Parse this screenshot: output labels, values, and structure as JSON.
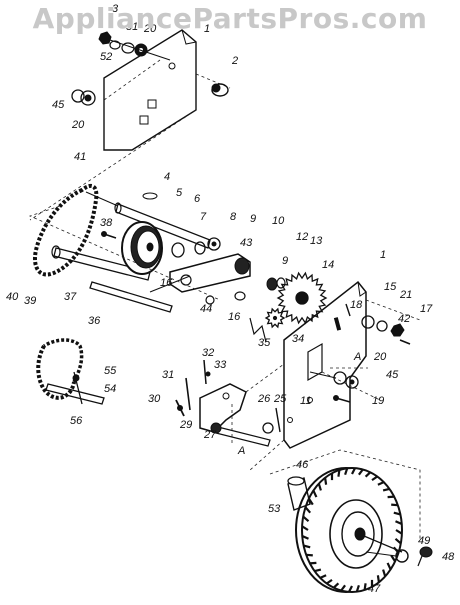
{
  "watermark": "AppliancePartsPros.com",
  "callouts": [
    {
      "id": "c3",
      "text": "3"
    },
    {
      "id": "c51",
      "text": "51"
    },
    {
      "id": "c20a",
      "text": "20"
    },
    {
      "id": "c1a",
      "text": "1"
    },
    {
      "id": "c52",
      "text": "52"
    },
    {
      "id": "c2",
      "text": "2"
    },
    {
      "id": "c45a",
      "text": "45"
    },
    {
      "id": "c20b",
      "text": "20"
    },
    {
      "id": "c41",
      "text": "41"
    },
    {
      "id": "c4",
      "text": "4"
    },
    {
      "id": "c5",
      "text": "5"
    },
    {
      "id": "c6",
      "text": "6"
    },
    {
      "id": "c38",
      "text": "38"
    },
    {
      "id": "c7",
      "text": "7"
    },
    {
      "id": "c8",
      "text": "8"
    },
    {
      "id": "c9a",
      "text": "9"
    },
    {
      "id": "c10",
      "text": "10"
    },
    {
      "id": "c12",
      "text": "12"
    },
    {
      "id": "c13",
      "text": "13"
    },
    {
      "id": "c43",
      "text": "43"
    },
    {
      "id": "c9b",
      "text": "9"
    },
    {
      "id": "c14",
      "text": "14"
    },
    {
      "id": "c1b",
      "text": "1"
    },
    {
      "id": "c16a",
      "text": "16"
    },
    {
      "id": "c40",
      "text": "40"
    },
    {
      "id": "c39",
      "text": "39"
    },
    {
      "id": "c37",
      "text": "37"
    },
    {
      "id": "c36",
      "text": "36"
    },
    {
      "id": "c44",
      "text": "44"
    },
    {
      "id": "c16b",
      "text": "16"
    },
    {
      "id": "c18",
      "text": "18"
    },
    {
      "id": "c15",
      "text": "15"
    },
    {
      "id": "c21",
      "text": "21"
    },
    {
      "id": "c17",
      "text": "17"
    },
    {
      "id": "c42",
      "text": "42"
    },
    {
      "id": "c35",
      "text": "35"
    },
    {
      "id": "c34",
      "text": "34"
    },
    {
      "id": "c32",
      "text": "32"
    },
    {
      "id": "c33",
      "text": "33"
    },
    {
      "id": "c31",
      "text": "31"
    },
    {
      "id": "cA1",
      "text": "A"
    },
    {
      "id": "c20c",
      "text": "20"
    },
    {
      "id": "c45b",
      "text": "45"
    },
    {
      "id": "c55",
      "text": "55"
    },
    {
      "id": "c54",
      "text": "54"
    },
    {
      "id": "c56",
      "text": "56"
    },
    {
      "id": "c30",
      "text": "30"
    },
    {
      "id": "c26",
      "text": "26"
    },
    {
      "id": "c25",
      "text": "25"
    },
    {
      "id": "c11",
      "text": "11"
    },
    {
      "id": "c19",
      "text": "19"
    },
    {
      "id": "c29",
      "text": "29"
    },
    {
      "id": "c27",
      "text": "27"
    },
    {
      "id": "cA2",
      "text": "A"
    },
    {
      "id": "c46",
      "text": "46"
    },
    {
      "id": "c53",
      "text": "53"
    },
    {
      "id": "c49",
      "text": "49"
    },
    {
      "id": "c48",
      "text": "48"
    },
    {
      "id": "c47",
      "text": "47"
    }
  ]
}
